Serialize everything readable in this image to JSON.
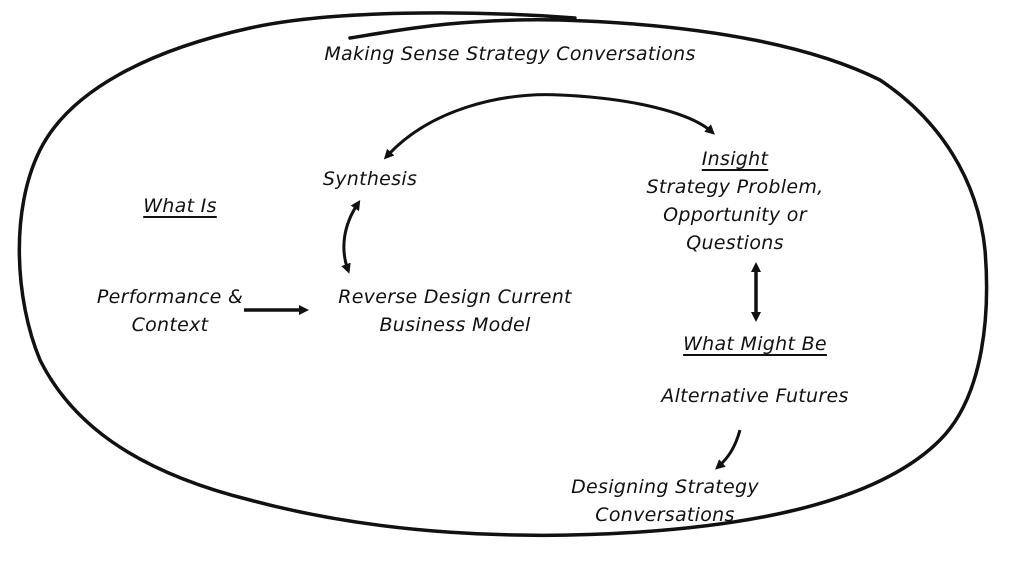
{
  "diagram": {
    "title": "Making Sense Strategy Conversations",
    "stroke_color": "#111111",
    "background": "#ffffff",
    "nodes": {
      "what_is": {
        "label": "What Is",
        "underlined": true
      },
      "performance_context": {
        "lines": [
          "Performance &",
          "Context"
        ]
      },
      "synthesis": {
        "label": "Synthesis"
      },
      "reverse_design": {
        "lines": [
          "Reverse Design Current",
          "Business Model"
        ]
      },
      "insight": {
        "heading": "Insight",
        "lines": [
          "Strategy Problem,",
          "Opportunity or",
          "Questions"
        ]
      },
      "what_might_be": {
        "label": "What Might Be",
        "underlined": true
      },
      "alternative_futures": {
        "label": "Alternative Futures"
      },
      "designing_strategy": {
        "lines": [
          "Designing Strategy",
          "Conversations"
        ]
      }
    },
    "edges": [
      {
        "from": "performance_context",
        "to": "reverse_design",
        "type": "one-way"
      },
      {
        "from": "synthesis",
        "to": "reverse_design",
        "type": "two-way"
      },
      {
        "from": "synthesis",
        "to": "insight",
        "type": "two-way"
      },
      {
        "from": "insight",
        "to": "what_might_be",
        "type": "two-way"
      },
      {
        "from": "alternative_futures",
        "to": "designing_strategy",
        "type": "one-way"
      }
    ]
  }
}
